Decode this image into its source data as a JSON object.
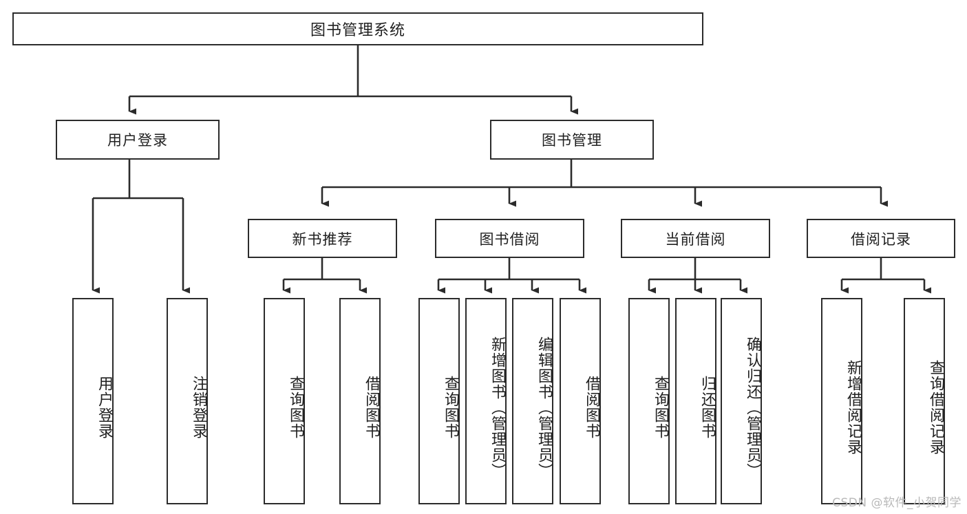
{
  "diagram": {
    "title": "图书管理系统",
    "type": "tree-hierarchy",
    "watermark": "CSDN @软件_小贺同学",
    "accent_line_color": "#2b2b2b",
    "box_border_color": "#2b2b2b",
    "text_color": "#1f1f1f",
    "background_color": "#ffffff"
  },
  "root": {
    "label": "图书管理系统"
  },
  "level2": [
    {
      "label": "用户登录"
    },
    {
      "label": "图书管理"
    }
  ],
  "level3": [
    {
      "label": "新书推荐"
    },
    {
      "label": "图书借阅"
    },
    {
      "label": "当前借阅"
    },
    {
      "label": "借阅记录"
    }
  ],
  "leaves": {
    "user_login": [
      {
        "label": "用户登录"
      },
      {
        "label": "注销登录"
      }
    ],
    "new_book_recommend": [
      {
        "label": "查询图书"
      },
      {
        "label": "借阅图书"
      }
    ],
    "book_borrow": [
      {
        "label": "查询图书"
      },
      {
        "label": "新增图书（管理员）"
      },
      {
        "label": "编辑图书（管理员）"
      },
      {
        "label": "借阅图书"
      }
    ],
    "current_borrow": [
      {
        "label": "查询图书"
      },
      {
        "label": "归还图书"
      },
      {
        "label": "确认归还（管理员）"
      }
    ],
    "borrow_record": [
      {
        "label": "新增借阅记录"
      },
      {
        "label": "查询借阅记录"
      }
    ]
  }
}
